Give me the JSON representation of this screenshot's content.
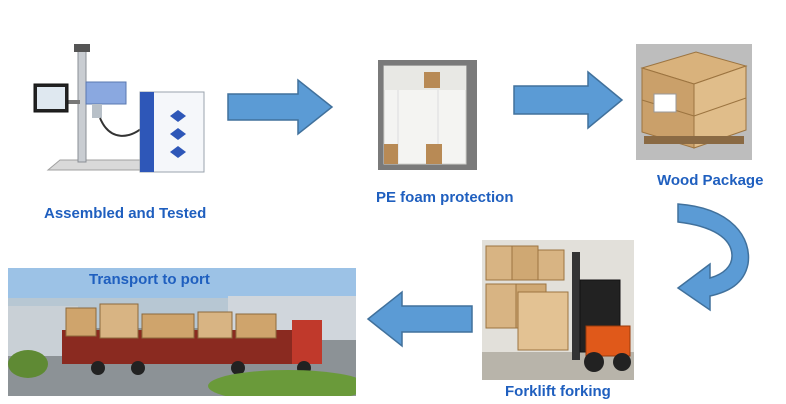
{
  "steps": [
    {
      "label": "Assembled and Tested"
    },
    {
      "label": "PE foam protection"
    },
    {
      "label": "Wood Package"
    },
    {
      "label": "Forklift forking"
    },
    {
      "label": "Transport to port"
    }
  ],
  "colors": {
    "label_text": "#1f5fbf",
    "arrow_fill": "#5b9bd5",
    "arrow_stroke": "#41719c"
  },
  "icons": [
    "laser-marking-machine",
    "foam-wrapped-box",
    "wooden-crate",
    "forklift-with-crates",
    "loaded-truck",
    "flow-arrow"
  ]
}
